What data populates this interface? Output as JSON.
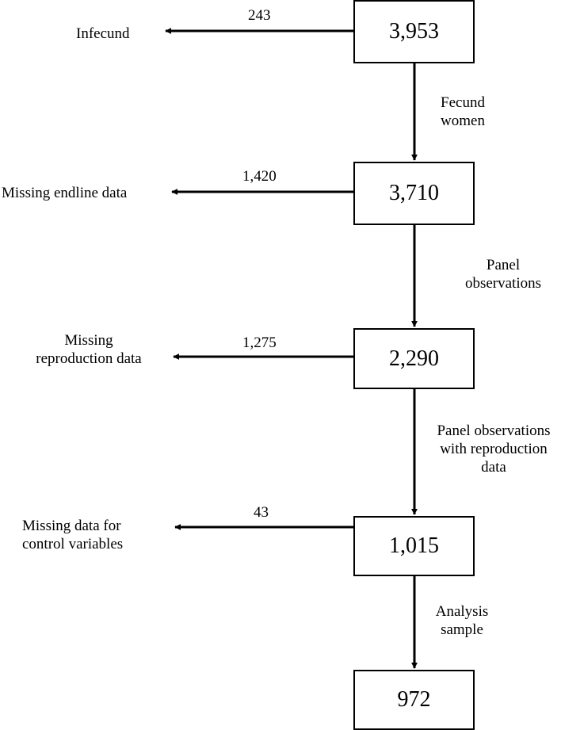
{
  "boxes": [
    {
      "value": "3,953"
    },
    {
      "value": "3,710"
    },
    {
      "value": "2,290"
    },
    {
      "value": "1,015"
    },
    {
      "value": "972"
    }
  ],
  "step_labels": [
    {
      "line1": "Fecund",
      "line2": "women"
    },
    {
      "line1": "Panel",
      "line2": "observations"
    },
    {
      "line1": "Panel observations",
      "line2": "with reproduction",
      "line3": "data"
    },
    {
      "line1": "Analysis",
      "line2": "sample"
    }
  ],
  "exclusions": [
    {
      "count": "243",
      "label_line1": "Infecund"
    },
    {
      "count": "1,420",
      "label_line1": "Missing endline data"
    },
    {
      "count": "1,275",
      "label_line1": "Missing",
      "label_line2": "reproduction data"
    },
    {
      "count": "43",
      "label_line1": "Missing data for",
      "label_line2": "control variables"
    }
  ]
}
